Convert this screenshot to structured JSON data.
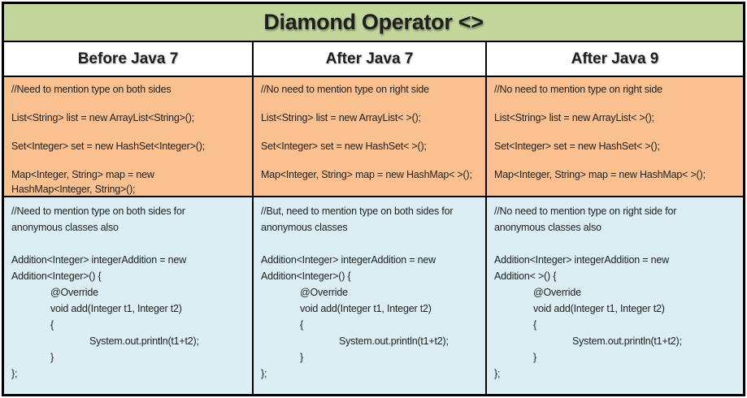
{
  "title": "Diamond Operator <>",
  "columns": [
    {
      "header": "Before Java 7",
      "simple_code": "//Need to mention type on both sides\n\nList<String> list = new ArrayList<String>();\n\nSet<Integer> set = new HashSet<Integer>();\n\nMap<Integer, String> map = new\nHashMap<Integer, String>();",
      "anonymous_code": "//Need to mention type on both sides for\nanonymous classes also\n\nAddition<Integer> integerAddition = new\nAddition<Integer>() {\n\t@Override\n\tvoid add(Integer t1, Integer t2)\n\t{\n\t\tSystem.out.println(t1+t2);\n\t}\n};"
    },
    {
      "header": "After Java 7",
      "simple_code": "//No need to mention type on right side\n\nList<String> list = new ArrayList< >();\n\nSet<Integer> set = new HashSet< >();\n\nMap<Integer, String> map = new HashMap< >();",
      "anonymous_code": "//But, need to mention type on both sides for\nanonymous classes\n\nAddition<Integer> integerAddition = new\nAddition<Integer>() {\n\t@Override\n\tvoid add(Integer t1, Integer t2)\n\t{\n\t\tSystem.out.println(t1+t2);\n\t}\n};"
    },
    {
      "header": "After Java 9",
      "simple_code": "//No need to mention type on right side\n\nList<String> list = new ArrayList< >();\n\nSet<Integer> set = new HashSet< >();\n\nMap<Integer, String> map = new HashMap< >();",
      "anonymous_code": "//No need to mention type on right side for\nanonymous classes also\n\nAddition<Integer> integerAddition = new\nAddition< >() {\n\t@Override\n\tvoid add(Integer t1, Integer t2)\n\t{\n\t\tSystem.out.println(t1+t2);\n\t}\n};"
    }
  ],
  "colors": {
    "title_bg": "#c3d69b",
    "header_bg": "#ffffff",
    "simple_row_bg": "#fac090",
    "anonymous_row_bg": "#daeef3",
    "border": "#000000",
    "text": "#1f1f1f"
  }
}
